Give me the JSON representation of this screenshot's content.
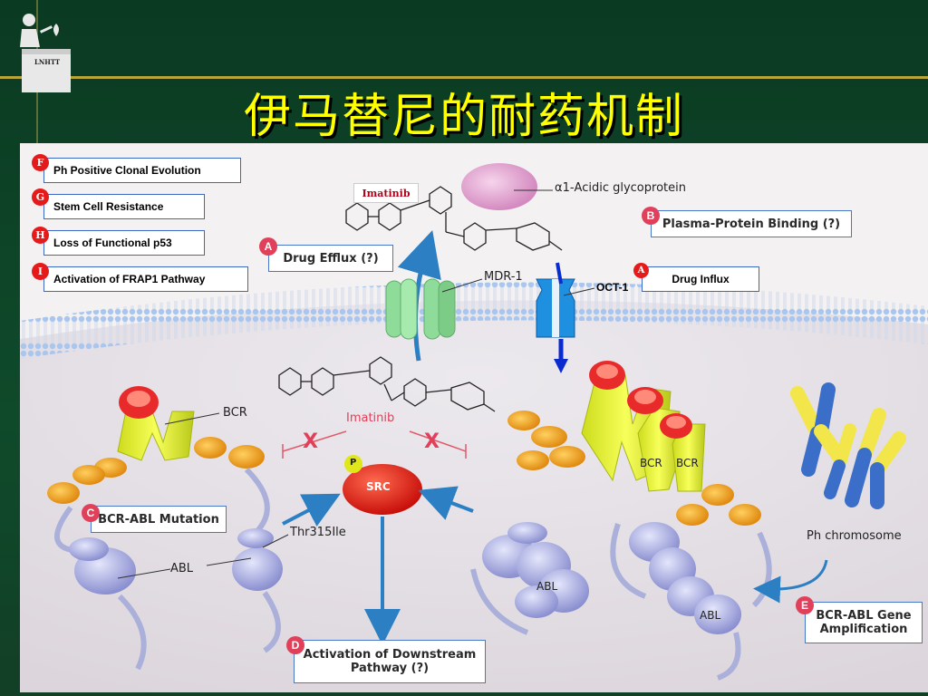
{
  "slide": {
    "title": "伊马替尼的耐药机制",
    "logo_text": "LNHTT",
    "colors": {
      "title": "#ffff00",
      "background": "#0e3d24",
      "accent_line": "#b8a53a"
    }
  },
  "left_mechanisms": [
    {
      "badge": "F",
      "label": "Ph Positive Clonal Evolution"
    },
    {
      "badge": "G",
      "label": "Stem Cell Resistance"
    },
    {
      "badge": "H",
      "label": "Loss of Functional p53"
    },
    {
      "badge": "I",
      "label": "Activation of FRAP1 Pathway"
    }
  ],
  "drug_influx": {
    "badge": "A",
    "label": "Drug Influx",
    "transporter": "OCT-1"
  },
  "callouts": {
    "drug_efflux": {
      "badge": "A",
      "label": "Drug Efflux (?)"
    },
    "plasma_binding": {
      "badge": "B",
      "label": "Plasma-Protein Binding (?)"
    },
    "bcr_abl_mutation": {
      "badge": "C",
      "label": "BCR-ABL Mutation"
    },
    "downstream": {
      "badge": "D",
      "label_line1": "Activation of Downstream",
      "label_line2": "Pathway (?)"
    },
    "amplification": {
      "badge": "E",
      "label_line1": "BCR-ABL Gene",
      "label_line2": "Amplification"
    }
  },
  "diagram_labels": {
    "imatinib_top": "Imatinib",
    "imatinib_mid": "Imatinib",
    "glycoprotein": "α1-Acidic glycoprotein",
    "mdr1": "MDR-1",
    "bcr_left": "BCR",
    "abl_left": "ABL",
    "mutation": "Thr315Ile",
    "src": "SRC",
    "phospho": "P",
    "bcr_right_a": "BCR",
    "bcr_right_b": "BCR",
    "abl_right_a": "ABL",
    "abl_right_b": "ABL",
    "ph_chromosome": "Ph chromosome"
  }
}
